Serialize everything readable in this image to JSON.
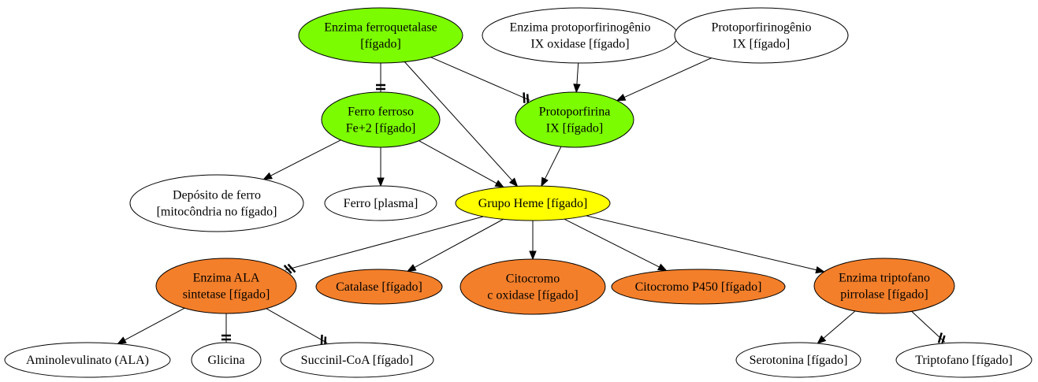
{
  "nodes": {
    "ferroquetalase": {
      "lines": [
        "Enzima ferroquetalase",
        "[fígado]"
      ],
      "fill": "#7cfc00"
    },
    "protoporfirinogenio_oxidase": {
      "lines": [
        "Enzima protoporfirinogênio",
        "IX oxidase [fígado]"
      ],
      "fill": "#ffffff"
    },
    "protoporfirinogenio": {
      "lines": [
        "Protoporfirinogênio",
        "IX [fígado]"
      ],
      "fill": "#ffffff"
    },
    "ferro_ferroso": {
      "lines": [
        "Ferro ferroso",
        "Fe+2 [fígado]"
      ],
      "fill": "#7cfc00"
    },
    "protoporfirina": {
      "lines": [
        "Protoporfirina",
        "IX [fígado]"
      ],
      "fill": "#7cfc00"
    },
    "deposito_ferro": {
      "lines": [
        "Depósito de ferro",
        "[mitocôndria no fígado]"
      ],
      "fill": "#ffffff"
    },
    "ferro_plasma": {
      "lines": [
        "Ferro [plasma]"
      ],
      "fill": "#ffffff"
    },
    "grupo_heme": {
      "lines": [
        "Grupo Heme [fígado]"
      ],
      "fill": "#ffff00"
    },
    "ala_sintetase": {
      "lines": [
        "Enzima ALA",
        "sintetase [fígado]"
      ],
      "fill": "#f47f2a"
    },
    "catalase": {
      "lines": [
        "Catalase [fígado]"
      ],
      "fill": "#f47f2a"
    },
    "citocromo_c": {
      "lines": [
        "Citocromo",
        "c oxidase [fígado]"
      ],
      "fill": "#f47f2a"
    },
    "citocromo_p450": {
      "lines": [
        "Citocromo P450 [fígado]"
      ],
      "fill": "#f47f2a"
    },
    "triptofano_pirrolase": {
      "lines": [
        "Enzima triptofano",
        "pirrolase [fígado]"
      ],
      "fill": "#f47f2a"
    },
    "ala": {
      "lines": [
        "Aminolevulinato (ALA)"
      ],
      "fill": "#ffffff"
    },
    "glicina": {
      "lines": [
        "Glicina"
      ],
      "fill": "#ffffff"
    },
    "succinil": {
      "lines": [
        "Succinil-CoA [fígado]"
      ],
      "fill": "#ffffff"
    },
    "serotonina": {
      "lines": [
        "Serotonina [fígado]"
      ],
      "fill": "#ffffff"
    },
    "triptofano": {
      "lines": [
        "Triptofano [fígado]"
      ],
      "fill": "#ffffff"
    }
  },
  "edges": [
    {
      "from": "ferroquetalase",
      "to": "ferro_ferroso",
      "head": "tee"
    },
    {
      "from": "ferroquetalase",
      "to": "protoporfirina",
      "head": "double-slash"
    },
    {
      "from": "ferroquetalase",
      "to": "grupo_heme",
      "head": "arrow"
    },
    {
      "from": "protoporfirinogenio_oxidase",
      "to": "protoporfirina",
      "head": "arrow"
    },
    {
      "from": "protoporfirinogenio",
      "to": "protoporfirina",
      "head": "arrow"
    },
    {
      "from": "ferro_ferroso",
      "to": "deposito_ferro",
      "head": "arrow"
    },
    {
      "from": "ferro_ferroso",
      "to": "ferro_plasma",
      "head": "arrow"
    },
    {
      "from": "ferro_ferroso",
      "to": "grupo_heme",
      "head": "arrow"
    },
    {
      "from": "protoporfirina",
      "to": "grupo_heme",
      "head": "arrow"
    },
    {
      "from": "grupo_heme",
      "to": "ala_sintetase",
      "head": "double-slash"
    },
    {
      "from": "grupo_heme",
      "to": "catalase",
      "head": "arrow"
    },
    {
      "from": "grupo_heme",
      "to": "citocromo_c",
      "head": "arrow"
    },
    {
      "from": "grupo_heme",
      "to": "citocromo_p450",
      "head": "arrow"
    },
    {
      "from": "grupo_heme",
      "to": "triptofano_pirrolase",
      "head": "arrow"
    },
    {
      "from": "ala_sintetase",
      "to": "ala",
      "head": "arrow"
    },
    {
      "from": "ala_sintetase",
      "to": "glicina",
      "head": "tee"
    },
    {
      "from": "ala_sintetase",
      "to": "succinil",
      "head": "double-slash"
    },
    {
      "from": "triptofano_pirrolase",
      "to": "serotonina",
      "head": "arrow"
    },
    {
      "from": "triptofano_pirrolase",
      "to": "triptofano",
      "head": "double-slash"
    }
  ]
}
